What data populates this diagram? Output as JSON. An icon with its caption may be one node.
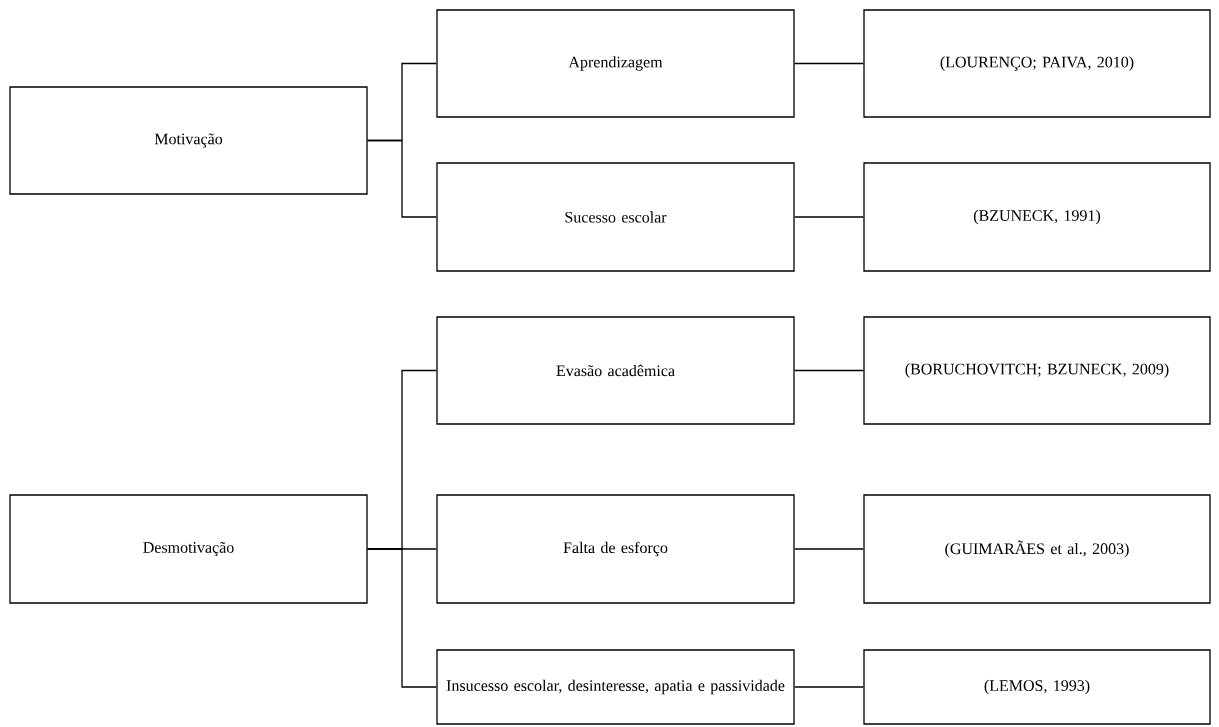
{
  "diagram": {
    "nodes": [
      {
        "text": [
          "Motivação"
        ]
      },
      {
        "text": [
          "Aprendizagem"
        ]
      },
      {
        "text": [
          "(LOURENÇO; PAIVA, 2010)"
        ]
      },
      {
        "text": [
          "Sucesso escolar"
        ]
      },
      {
        "text": [
          "(BZUNECK, 1991)"
        ]
      },
      {
        "text": [
          "Desmotivação"
        ]
      },
      {
        "text": [
          "Evasão acadêmica"
        ]
      },
      {
        "text": [
          "(BORUCHOVITCH; BZUNECK, 2009)"
        ]
      },
      {
        "text": [
          "Falta de esforço"
        ]
      },
      {
        "text": [
          "(GUIMARÃES et al., 2003)"
        ]
      },
      {
        "text": [
          "Insucesso escolar, desinteresse, apatia e passividade"
        ]
      },
      {
        "text": [
          "(LEMOS, 1993)"
        ]
      }
    ],
    "edges": [
      {
        "from": 0,
        "to": 1,
        "arrow": "none"
      },
      {
        "from": 0,
        "to": 3,
        "arrow": "none"
      },
      {
        "from": 1,
        "to": 2,
        "arrow": "none"
      },
      {
        "from": 3,
        "to": 4,
        "arrow": "none"
      },
      {
        "from": 5,
        "to": 6,
        "arrow": "none"
      },
      {
        "from": 5,
        "to": 8,
        "arrow": "none"
      },
      {
        "from": 5,
        "to": 10,
        "arrow": "none"
      },
      {
        "from": 6,
        "to": 7,
        "arrow": "none"
      },
      {
        "from": 8,
        "to": 9,
        "arrow": "none"
      },
      {
        "from": 10,
        "to": 11,
        "arrow": "none"
      }
    ]
  }
}
